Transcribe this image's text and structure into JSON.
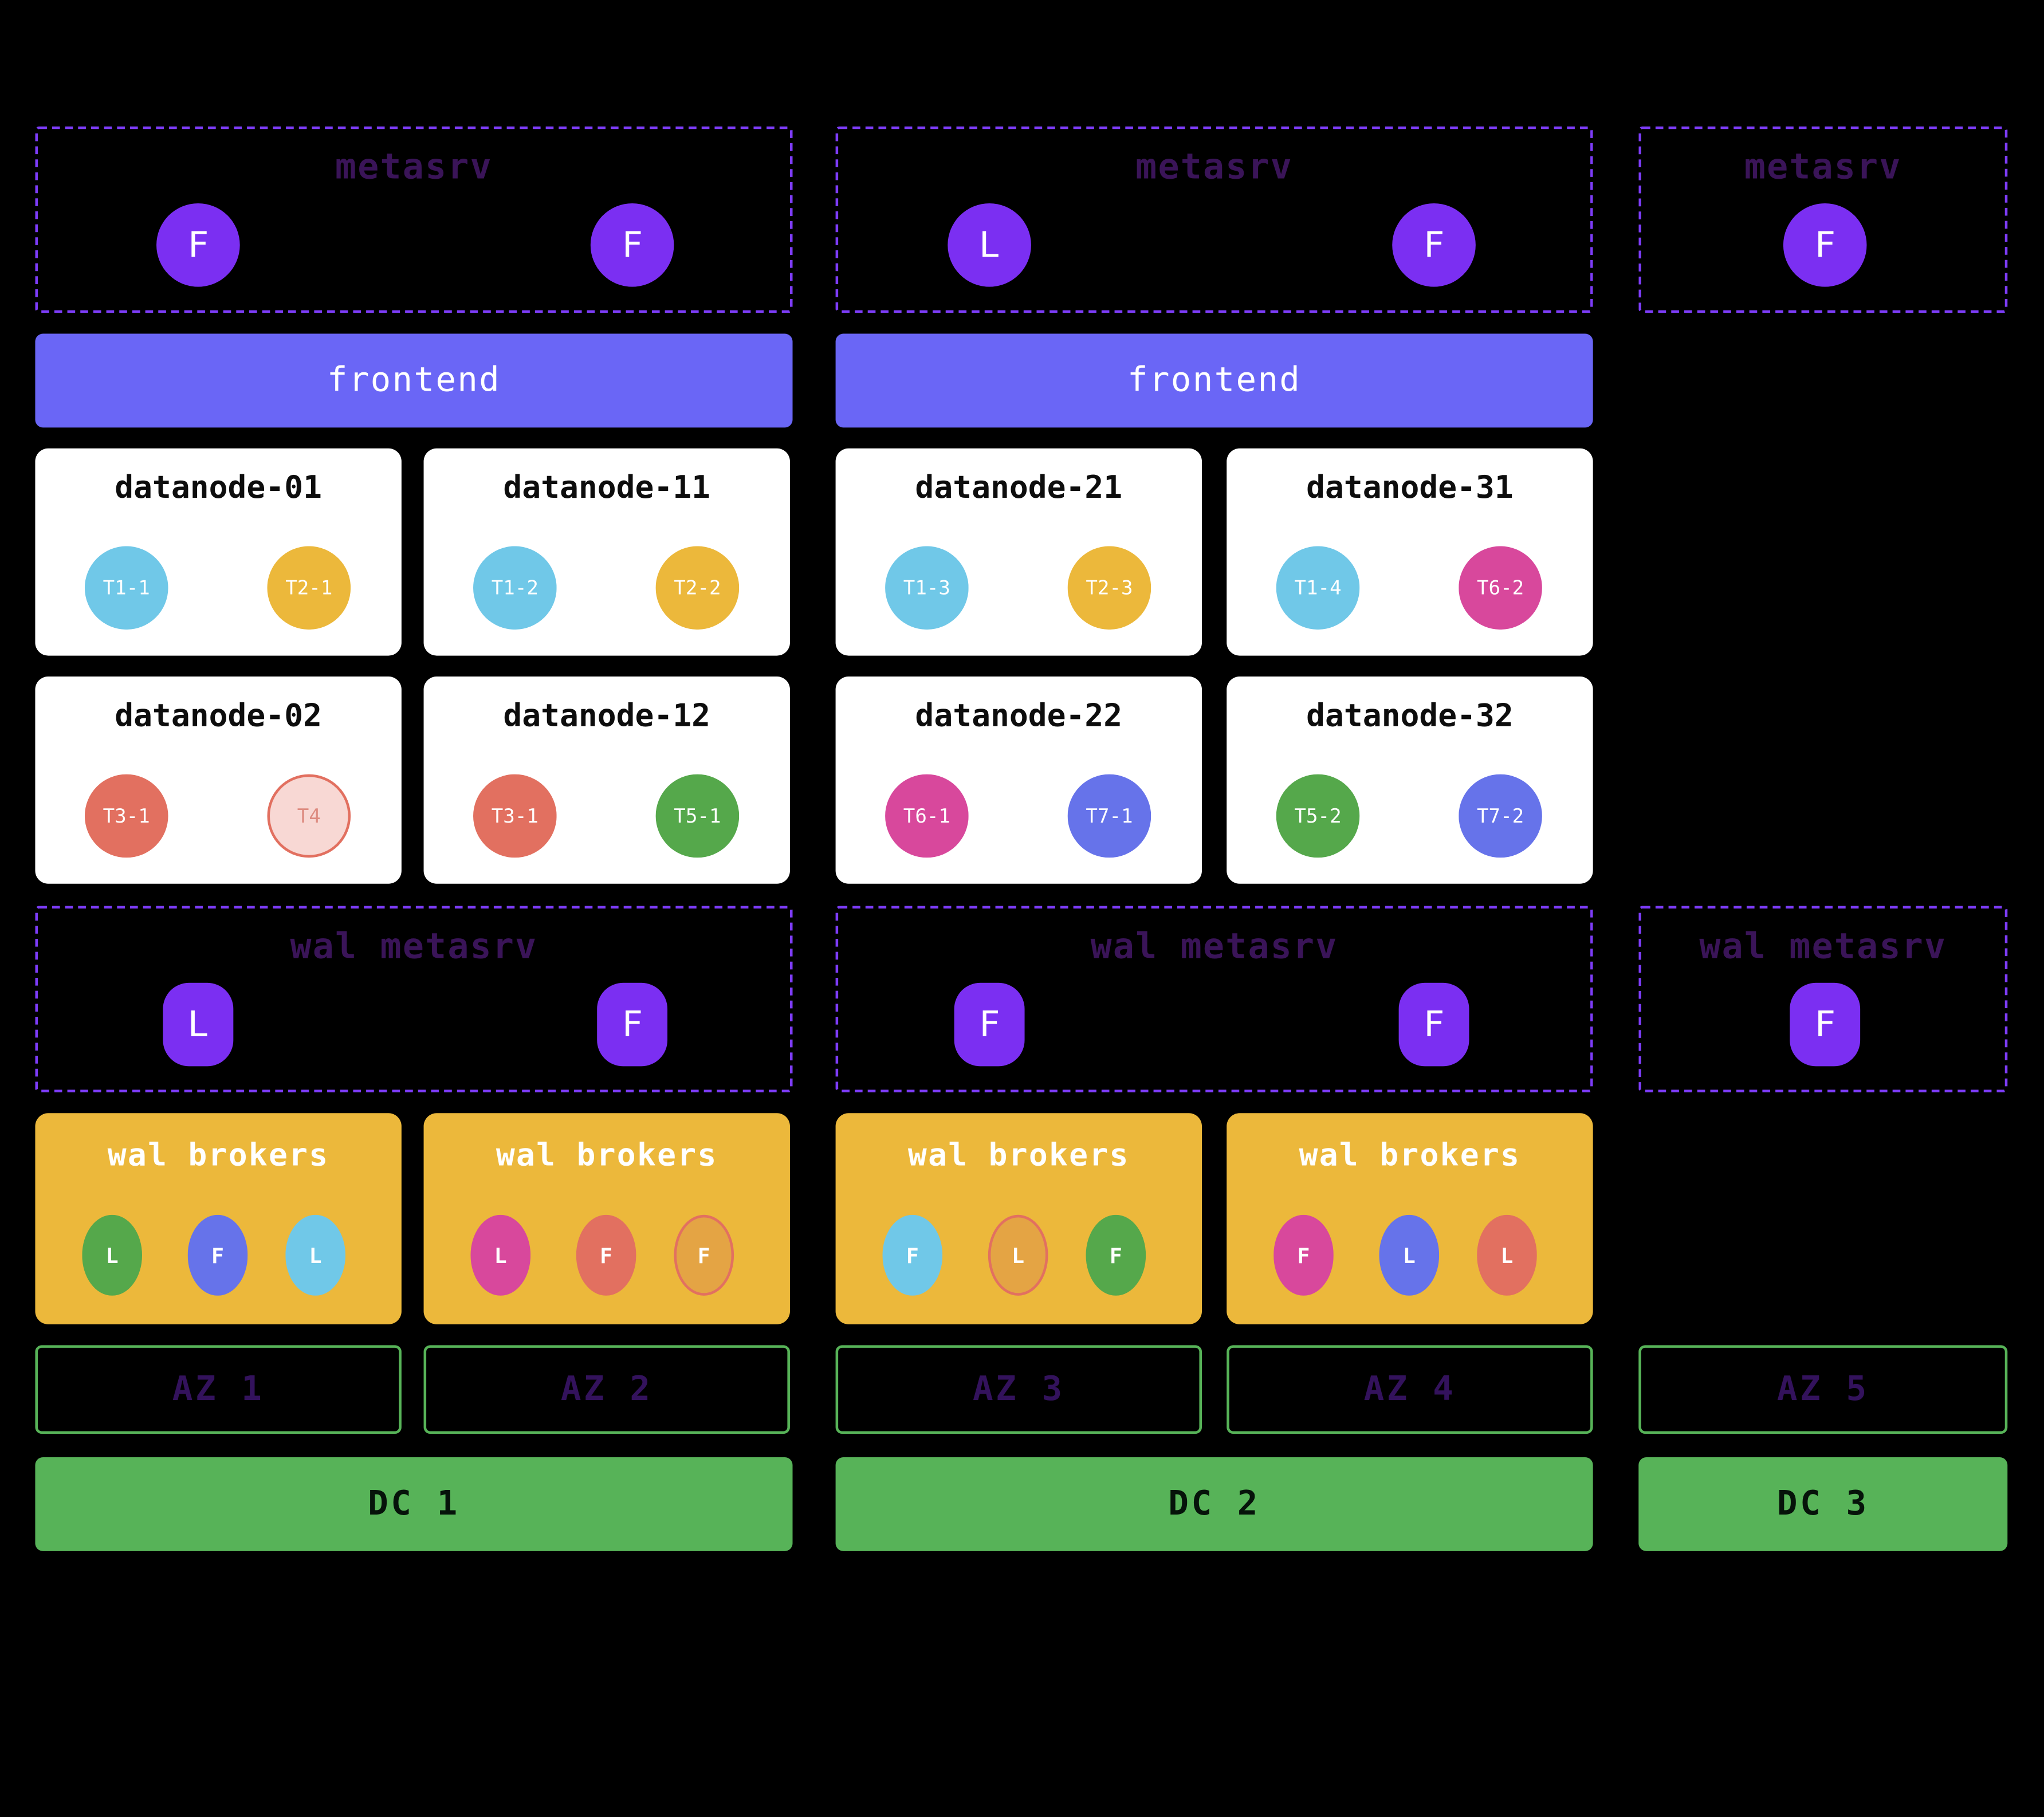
{
  "palette": {
    "background": "#000000",
    "metasrv_node": "#7b2ff2",
    "dashed_border": "#7d3cf8",
    "group_title_text": "#3a1458",
    "frontend": "#6a66f6",
    "broker_card": "#ecb83b",
    "dc_green": "#57b358",
    "az_border": "#57b358",
    "az_text": "#33125c",
    "cyan": "#70c8e8",
    "amber": "#ecb83b",
    "pink": "#d8489c",
    "salmon": "#e27060",
    "green": "#55a84b",
    "blue": "#6673ea"
  },
  "metasrv": {
    "groups": [
      {
        "title": "metasrv",
        "nodes": [
          {
            "label": "F"
          },
          {
            "label": "F"
          }
        ]
      },
      {
        "title": "metasrv",
        "nodes": [
          {
            "label": "L"
          },
          {
            "label": "F"
          }
        ]
      },
      {
        "title": "metasrv",
        "nodes": [
          {
            "label": "F"
          }
        ]
      }
    ]
  },
  "frontends": [
    {
      "label": "frontend"
    },
    {
      "label": "frontend"
    }
  ],
  "datanodes": [
    {
      "name": "datanode-01",
      "regions": [
        {
          "label": "T1-1",
          "color": "#70c8e8"
        },
        {
          "label": "T2-1",
          "color": "#ecb83b"
        }
      ]
    },
    {
      "name": "datanode-11",
      "regions": [
        {
          "label": "T1-2",
          "color": "#70c8e8"
        },
        {
          "label": "T2-2",
          "color": "#ecb83b"
        }
      ]
    },
    {
      "name": "datanode-21",
      "regions": [
        {
          "label": "T1-3",
          "color": "#70c8e8"
        },
        {
          "label": "T2-3",
          "color": "#ecb83b"
        }
      ]
    },
    {
      "name": "datanode-31",
      "regions": [
        {
          "label": "T1-4",
          "color": "#70c8e8"
        },
        {
          "label": "T6-2",
          "color": "#d8489c"
        }
      ]
    },
    {
      "name": "datanode-02",
      "regions": [
        {
          "label": "T3-1",
          "color": "#e27060"
        },
        {
          "label": "T4",
          "color": "#f8d8d4",
          "border": "#e27060",
          "text": "#dd8b80"
        }
      ]
    },
    {
      "name": "datanode-12",
      "regions": [
        {
          "label": "T3-1",
          "color": "#e27060"
        },
        {
          "label": "T5-1",
          "color": "#55a84b"
        }
      ]
    },
    {
      "name": "datanode-22",
      "regions": [
        {
          "label": "T6-1",
          "color": "#d8489c"
        },
        {
          "label": "T7-1",
          "color": "#6673ea"
        }
      ]
    },
    {
      "name": "datanode-32",
      "regions": [
        {
          "label": "T5-2",
          "color": "#55a84b"
        },
        {
          "label": "T7-2",
          "color": "#6673ea"
        }
      ]
    }
  ],
  "wal_metasrv": {
    "groups": [
      {
        "title": "wal metasrv",
        "nodes": [
          {
            "label": "L"
          },
          {
            "label": "F"
          }
        ]
      },
      {
        "title": "wal metasrv",
        "nodes": [
          {
            "label": "F"
          },
          {
            "label": "F"
          }
        ]
      },
      {
        "title": "wal metasrv",
        "nodes": [
          {
            "label": "F"
          }
        ]
      }
    ]
  },
  "wal_brokers": [
    {
      "title": "wal brokers",
      "nodes": [
        {
          "label": "L",
          "color": "#55a84b"
        },
        {
          "label": "F",
          "color": "#6673ea"
        },
        {
          "label": "L",
          "color": "#70c8e8"
        }
      ]
    },
    {
      "title": "wal brokers",
      "nodes": [
        {
          "label": "L",
          "color": "#d8489c"
        },
        {
          "label": "F",
          "color": "#e27060"
        },
        {
          "label": "F",
          "color": "#e4a444",
          "border": "#e27060"
        }
      ]
    },
    {
      "title": "wal brokers",
      "nodes": [
        {
          "label": "F",
          "color": "#70c8e8"
        },
        {
          "label": "L",
          "color": "#e4a444",
          "border": "#e27060"
        },
        {
          "label": "F",
          "color": "#55a84b"
        }
      ]
    },
    {
      "title": "wal brokers",
      "nodes": [
        {
          "label": "F",
          "color": "#d8489c"
        },
        {
          "label": "L",
          "color": "#6673ea"
        },
        {
          "label": "L",
          "color": "#e27060"
        }
      ]
    }
  ],
  "azs": [
    "AZ 1",
    "AZ 2",
    "AZ 3",
    "AZ 4",
    "AZ 5"
  ],
  "dcs": [
    "DC 1",
    "DC 2",
    "DC 3"
  ]
}
